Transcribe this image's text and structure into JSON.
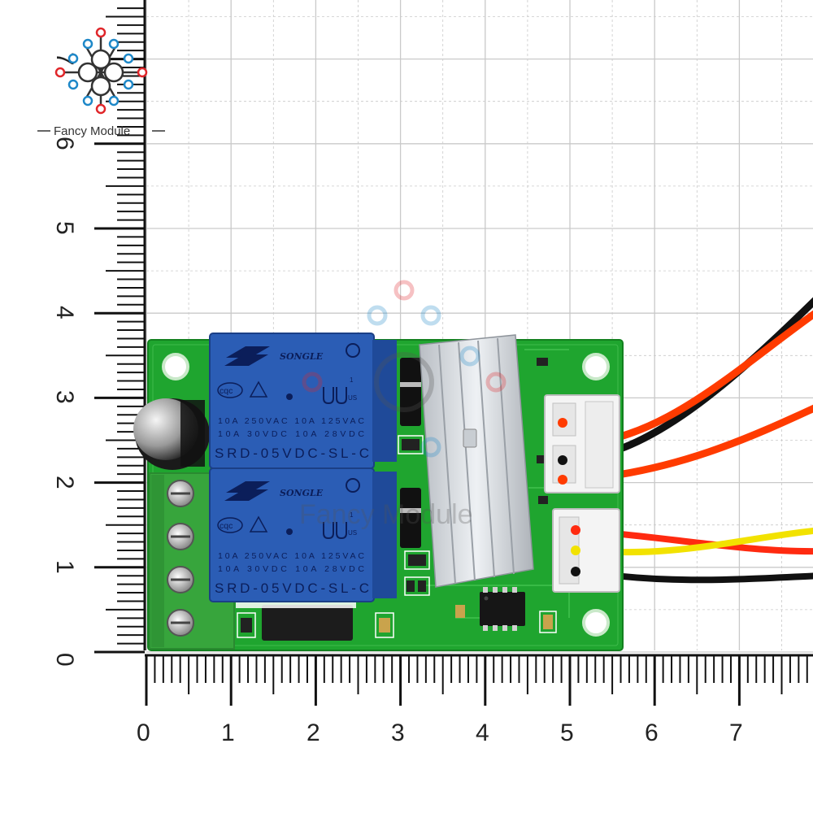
{
  "brand": {
    "name": "Fancy Module",
    "watermark": "Fancy Module"
  },
  "ruler": {
    "x_labels": [
      "0",
      "1",
      "2",
      "3",
      "4",
      "5",
      "6",
      "7"
    ],
    "y_labels": [
      "0",
      "1",
      "2",
      "3",
      "4",
      "5",
      "6",
      "7"
    ]
  },
  "relays": [
    {
      "brand": "SONGLE",
      "cert_left": "cqc",
      "cert_right": "US",
      "index": "1",
      "rating_1": "10A 250VAC  10A 125VAC",
      "rating_2": "10A  30VDC  10A  28VDC",
      "model": "SRD-05VDC-SL-C"
    },
    {
      "brand": "SONGLE",
      "cert_left": "cqc",
      "cert_right": "US",
      "index": "1",
      "rating_1": "10A 250VAC  10A 125VAC",
      "rating_2": "10A  30VDC  10A  28VDC",
      "model": "SRD-05VDC-SL-C"
    }
  ],
  "colors": {
    "pcb": "#1fa52f",
    "relay": "#2b5db5",
    "terminal": "#37a53c",
    "wire_red": "#ff3b00",
    "wire_black": "#111111",
    "wire_yellow": "#f2e200",
    "logo_red": "#e0262a",
    "logo_blue": "#1e88c8"
  }
}
